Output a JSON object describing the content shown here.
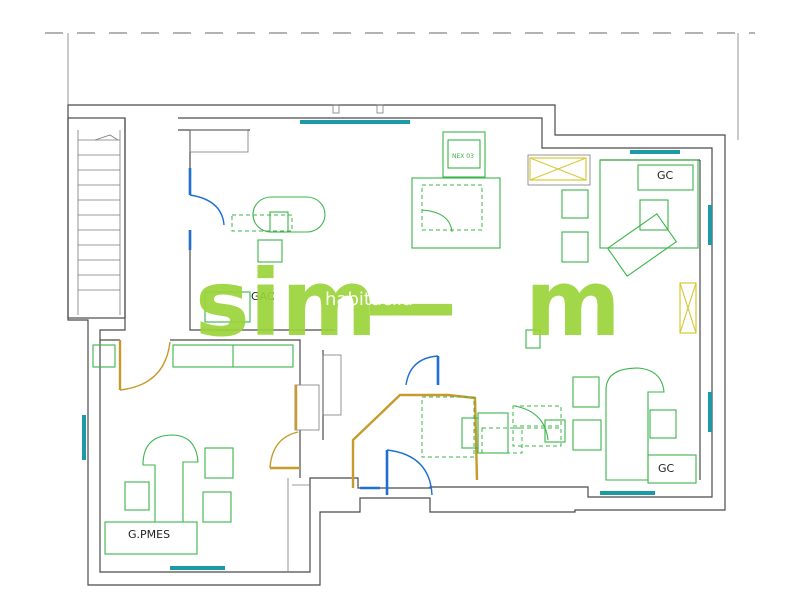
{
  "watermark": {
    "left": "sim",
    "dash": "—",
    "right": "m",
    "overlay": "habitaclia"
  },
  "rooms": [
    {
      "id": "gac",
      "label": "GAC"
    },
    {
      "id": "nex",
      "label": "NEX 03"
    },
    {
      "id": "gc-top",
      "label": "GC"
    },
    {
      "id": "gc-bottom",
      "label": "GC"
    },
    {
      "id": "gpmes",
      "label": "G.PMES"
    }
  ],
  "colors": {
    "wall": "#4a4a4a",
    "window": "#1c9aa6",
    "furniture": "#3bb54a",
    "door_blue": "#1f6fd1",
    "door_gold": "#c79a2c",
    "watermark": "#9bd43a"
  }
}
